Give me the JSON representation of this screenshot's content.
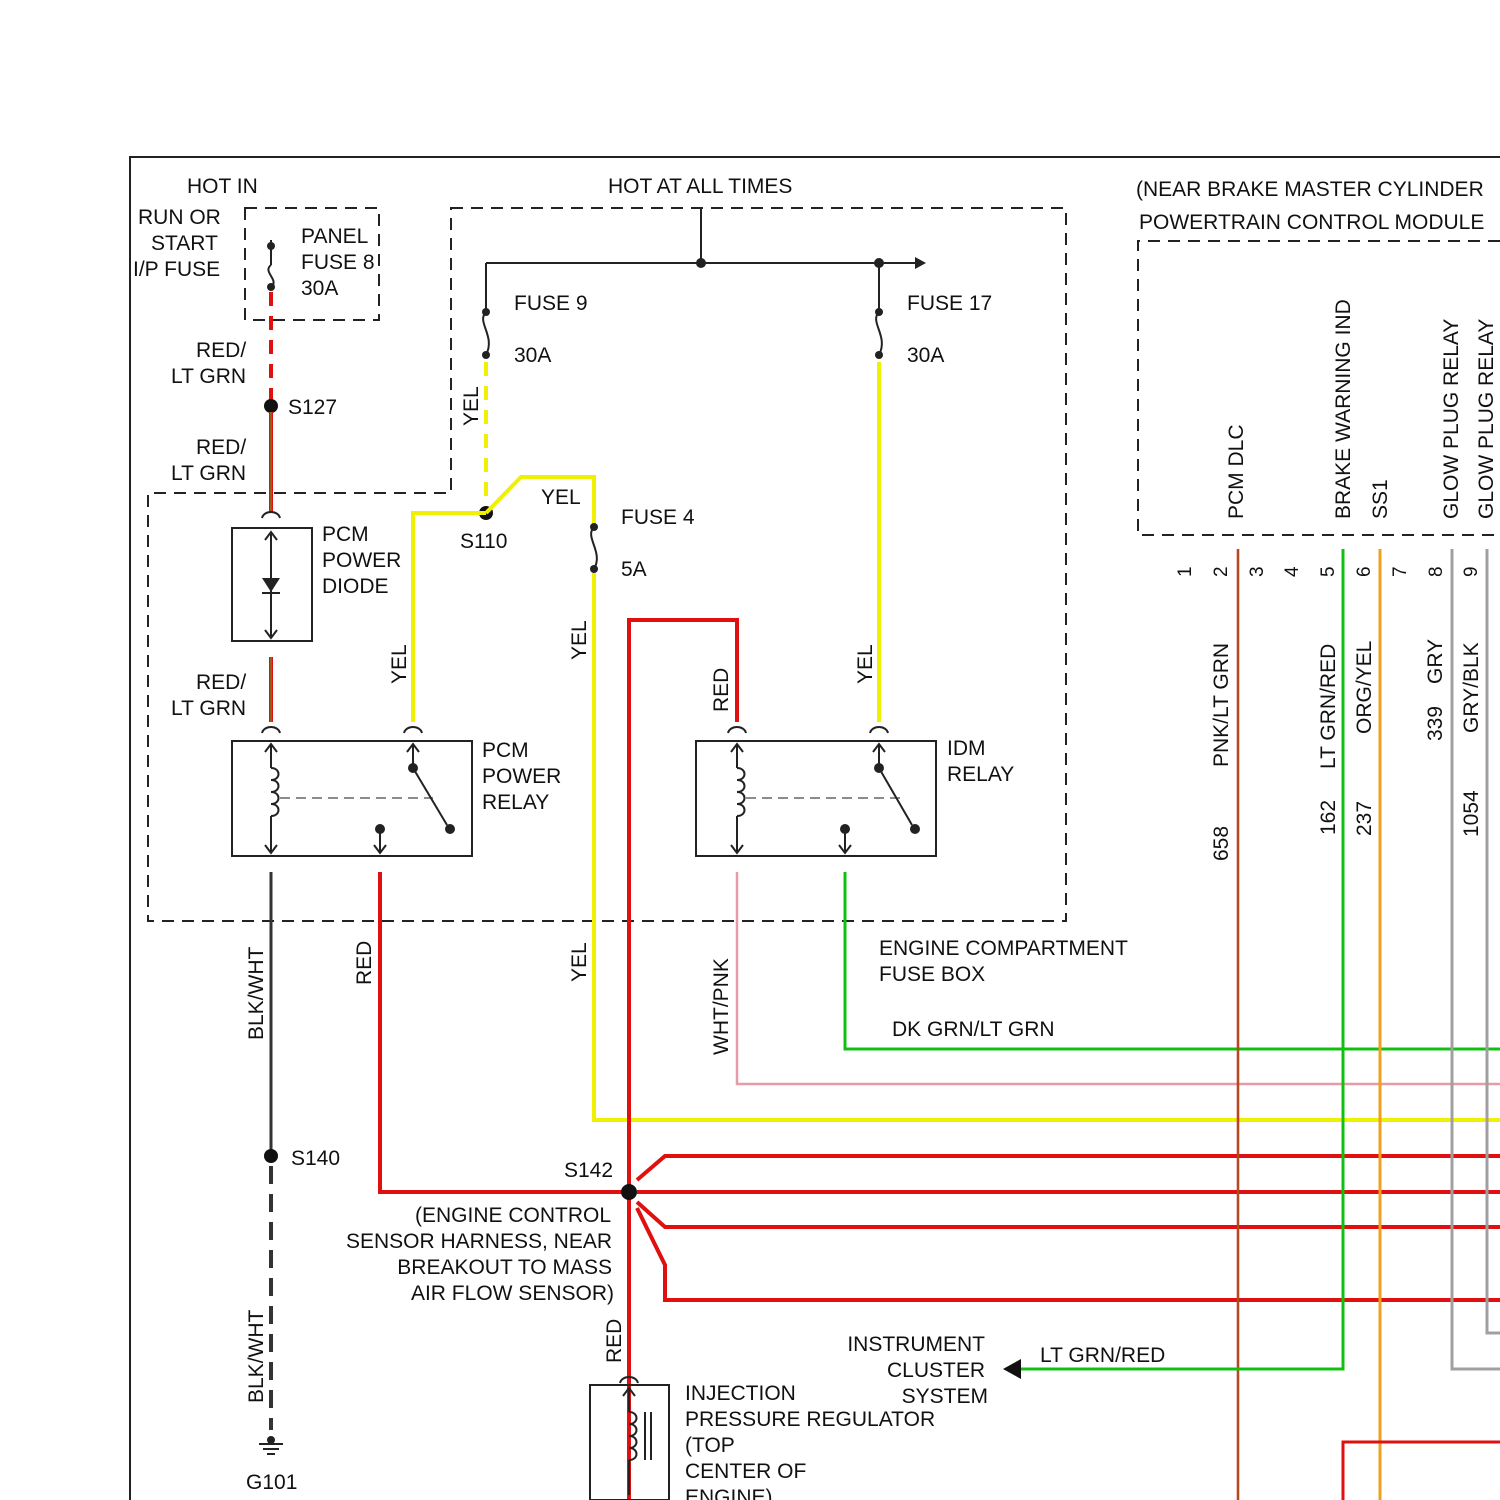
{
  "labels": {
    "hot_in": "HOT IN",
    "run_or": "RUN OR",
    "start": "START",
    "ip_fuse": "I/P FUSE",
    "panel": "PANEL",
    "fuse_8": "FUSE 8",
    "fuse_8_amp": "30A",
    "hot_at_all_times": "HOT AT ALL TIMES",
    "fuse_9": "FUSE 9",
    "fuse_9_amp": "30A",
    "fuse_17": "FUSE 17",
    "fuse_17_amp": "30A",
    "fuse_4": "FUSE 4",
    "fuse_4_amp": "5A",
    "near_brake": "(NEAR BRAKE MASTER CYLINDER",
    "pcm_title": "POWERTRAIN CONTROL MODULE",
    "red_lt_grn_1a": "RED/",
    "red_lt_grn_1b": "LT GRN",
    "s127": "S127",
    "red_lt_grn_2a": "RED/",
    "red_lt_grn_2b": "LT GRN",
    "red_lt_grn_3a": "RED/",
    "red_lt_grn_3b": "LT GRN",
    "pcm_power_diode_1": "PCM",
    "pcm_power_diode_2": "POWER",
    "pcm_power_diode_3": "DIODE",
    "pcm_power_relay_1": "PCM",
    "pcm_power_relay_2": "POWER",
    "pcm_power_relay_3": "RELAY",
    "idm_relay_1": "IDM",
    "idm_relay_2": "RELAY",
    "s110": "S110",
    "yel_1": "YEL",
    "yel_2": "YEL",
    "yel_3": "YEL",
    "yel_4": "YEL",
    "yel_5": "YEL",
    "yel_6": "YEL",
    "red_1": "RED",
    "red_2": "RED",
    "red_3": "RED",
    "blk_wht_1": "BLK/WHT",
    "blk_wht_2": "BLK/WHT",
    "wht_pnk": "WHT/PNK",
    "engine_compartment_1": "ENGINE COMPARTMENT",
    "engine_compartment_2": "FUSE BOX",
    "dk_grn_lt_grn": "DK GRN/LT GRN",
    "s140": "S140",
    "s142": "S142",
    "harness_1": "(ENGINE CONTROL",
    "harness_2": "SENSOR HARNESS, NEAR",
    "harness_3": "BREAKOUT TO MASS",
    "harness_4": "AIR FLOW SENSOR)",
    "instrument_1": "INSTRUMENT",
    "instrument_2": "CLUSTER",
    "instrument_3": "SYSTEM",
    "lt_grn_red_arrow": "LT GRN/RED",
    "injection_1": "INJECTION",
    "injection_2": "PRESSURE REGULATOR",
    "injection_3": "(TOP",
    "injection_4": "CENTER OF",
    "injection_5": "ENGINE)",
    "g101": "G101"
  },
  "pcm_pins": {
    "names": [
      "PCM DLC",
      "BRAKE WARNING IND",
      "SS1",
      "GLOW PLUG RELAY",
      "GLOW PLUG RELAY"
    ],
    "numbers": [
      "1",
      "2",
      "3",
      "4",
      "5",
      "6",
      "7",
      "8",
      "9"
    ],
    "wires": [
      "PNK/LT GRN",
      "LT GRN/RED",
      "ORG/YEL",
      "GRY",
      "GRY/BLK"
    ],
    "circuits": [
      "658",
      "162",
      "237",
      "339",
      "1054"
    ]
  },
  "colors": {
    "red": "#e01010",
    "lt_grn": "#7a8a2a",
    "yellow": "#f0f000",
    "green": "#10c010",
    "pink": "#e79aa8",
    "orange": "#f0a020",
    "gray": "#a0a0a0",
    "black": "#222222"
  }
}
